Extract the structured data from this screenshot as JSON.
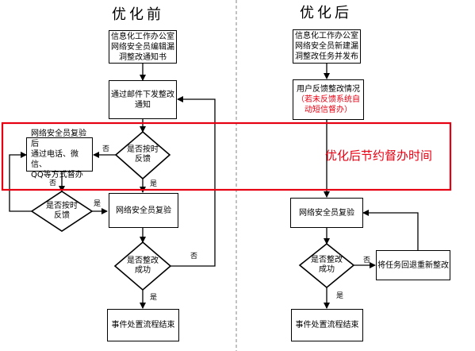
{
  "before": {
    "title": "优化前",
    "step1": [
      "信息化工作办公室",
      "网络安全员编辑漏",
      "洞整改通知书"
    ],
    "step2": [
      "通过邮件下发整改",
      "通知"
    ],
    "decision_timely": [
      "是否按时",
      "反馈"
    ],
    "supervise": [
      "网络安全员复验后",
      "通过电话、微信、",
      "QQ等方式督办"
    ],
    "decision_timely2": [
      "是否按时",
      "反馈"
    ],
    "recheck": "网络安全员复验",
    "decision_success": [
      "是否整改",
      "成功"
    ],
    "end": "事件处置流程结束",
    "labels": {
      "no_1": "否",
      "yes_1": "是",
      "no_2": "否",
      "yes_2": "是",
      "no_3": "否",
      "yes_3": "是"
    }
  },
  "after": {
    "title": "优化后",
    "step1": [
      "信息化工作办公室",
      "网络安全员新建漏",
      "洞整改任务并发布"
    ],
    "feedback": "用户反馈整改情况",
    "feedback_note": [
      "（若未反馈系统自",
      "动短信督办）"
    ],
    "recheck": "网络安全员复验",
    "decision_success": [
      "是否整改",
      "成功"
    ],
    "rollback": "将任务回退重新整改",
    "end": "事件处置流程结束",
    "labels": {
      "no": "否",
      "yes": "是"
    }
  },
  "highlight_note": "优化后节约督办时间",
  "colors": {
    "highlight": "#e60012",
    "line": "#000000",
    "divider": "#9a9a9a"
  }
}
